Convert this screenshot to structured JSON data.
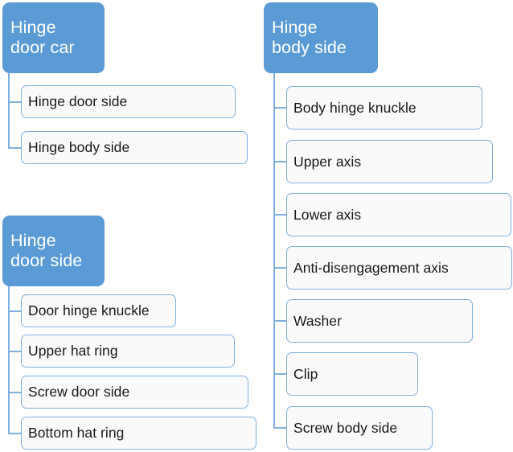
{
  "diagram": {
    "type": "hierarchy",
    "title_text_color": "#FFFFFF",
    "accent_color": "#5B9BD5",
    "leaf_border_color": "#7FB0DF",
    "leaf_fill_color": "#FAFAFA",
    "leaf_text_color": "#181818",
    "groups": [
      {
        "id": "hinge-door-car",
        "root_label": "Hinge\ndoor car",
        "root_label_line1": "Hinge",
        "root_label_line2": "door car",
        "children": [
          {
            "label": "Hinge door side"
          },
          {
            "label": "Hinge body side"
          }
        ]
      },
      {
        "id": "hinge-door-side",
        "root_label": "Hinge\ndoor side",
        "root_label_line1": "Hinge",
        "root_label_line2": "door side",
        "children": [
          {
            "label": "Door hinge knuckle"
          },
          {
            "label": "Upper hat ring"
          },
          {
            "label": "Screw door side"
          },
          {
            "label": "Bottom hat ring"
          }
        ]
      },
      {
        "id": "hinge-body-side",
        "root_label": "Hinge\nbody side",
        "root_label_line1": "Hinge",
        "root_label_line2": "body side",
        "children": [
          {
            "label": "Body hinge knuckle"
          },
          {
            "label": "Upper axis"
          },
          {
            "label": "Lower axis"
          },
          {
            "label": "Anti-disengagement axis"
          },
          {
            "label": "Washer"
          },
          {
            "label": "Clip"
          },
          {
            "label": "Screw body side"
          }
        ]
      }
    ]
  }
}
